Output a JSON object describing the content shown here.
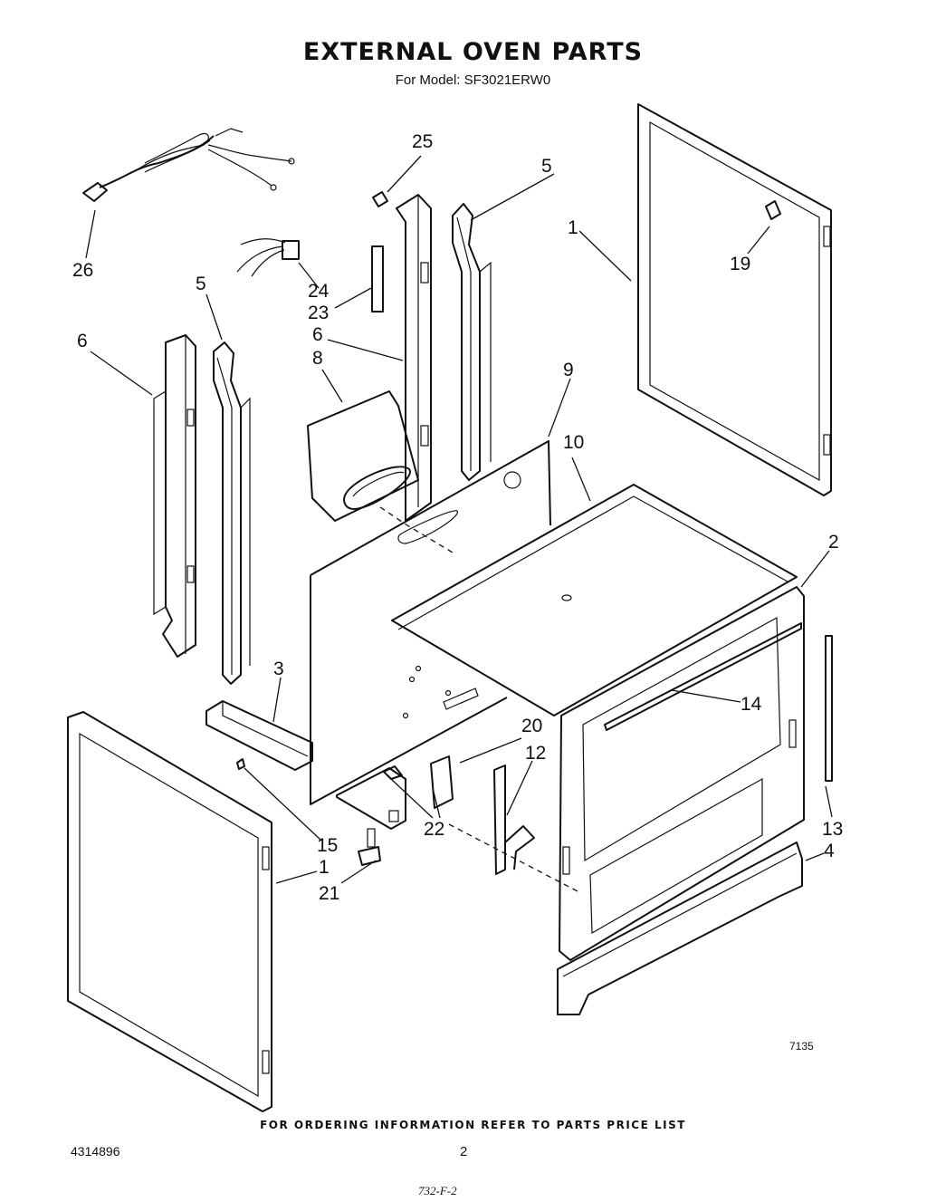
{
  "header": {
    "title": "EXTERNAL OVEN PARTS",
    "subtitle": "For Model: SF3021ERW0"
  },
  "callouts": {
    "c26": "26",
    "c25": "25",
    "c5a": "5",
    "c1a": "1",
    "c19": "19",
    "c24": "24",
    "c23": "23",
    "c5b": "5",
    "c6a": "6",
    "c6b": "6",
    "c8": "8",
    "c9": "9",
    "c10": "10",
    "c2": "2",
    "c14": "14",
    "c3": "3",
    "c20": "20",
    "c12": "12",
    "c13": "13",
    "c4": "4",
    "c15": "15",
    "c22": "22",
    "c1b": "1",
    "c21": "21"
  },
  "figure_code": "7135",
  "footer": {
    "note": "FOR ORDERING INFORMATION REFER TO PARTS PRICE LIST",
    "doc_number": "4314896",
    "page": "2",
    "handwritten": "732-F-2"
  }
}
